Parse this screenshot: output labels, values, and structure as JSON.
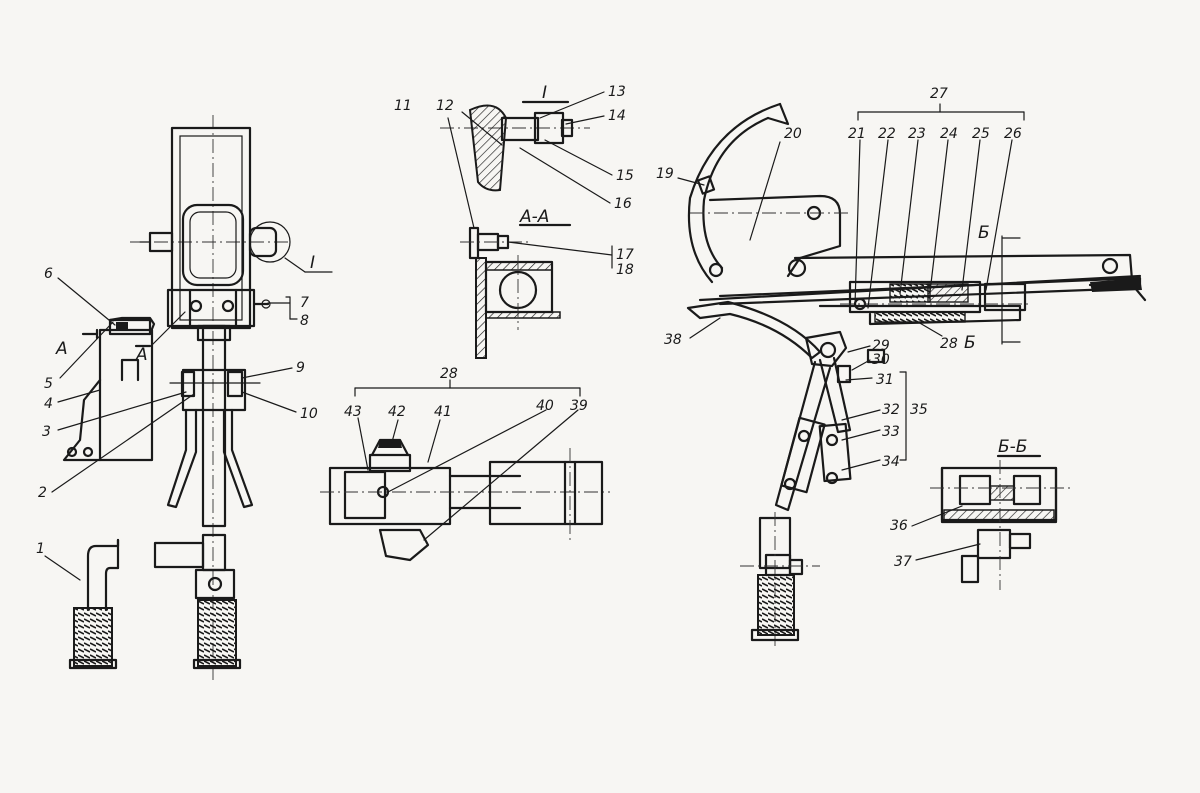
{
  "drawing": {
    "callouts": {
      "n1": "1",
      "n2": "2",
      "n3": "3",
      "n4": "4",
      "n5": "5",
      "n6": "6",
      "n7": "7",
      "n8": "8",
      "n9": "9",
      "n10": "10",
      "n11": "11",
      "n12": "12",
      "n13": "13",
      "n14": "14",
      "n15": "15",
      "n16": "16",
      "n17": "17",
      "n18": "18",
      "n19": "19",
      "n20": "20",
      "n21": "21",
      "n22": "22",
      "n23": "23",
      "n24": "24",
      "n25": "25",
      "n26": "26",
      "n27": "27",
      "n28a": "28",
      "n28b": "28",
      "n29": "29",
      "n30": "30",
      "n31": "31",
      "n32": "32",
      "n33": "33",
      "n34": "34",
      "n35": "35",
      "n36": "36",
      "n37": "37",
      "n38": "38",
      "n39": "39",
      "n40": "40",
      "n41": "41",
      "n42": "42",
      "n43": "43"
    },
    "views": {
      "section_aa": "А-А",
      "view_i": "I",
      "view_i_marker": "I",
      "section_bb": "Б-Б",
      "cut_a_left": "А",
      "cut_a_right": "А",
      "cut_b_top": "Б",
      "cut_b_bottom": "Б"
    },
    "colors": {
      "ink": "#1a1a1a",
      "paper": "#f7f6f3"
    }
  }
}
